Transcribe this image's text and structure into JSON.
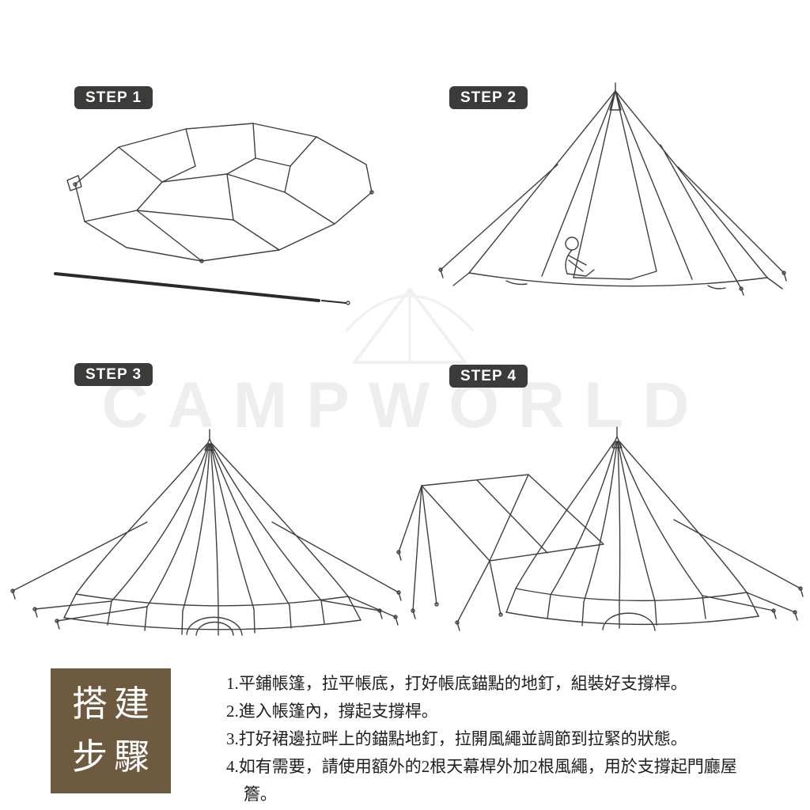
{
  "steps": [
    {
      "label": "STEP 1"
    },
    {
      "label": "STEP 2"
    },
    {
      "label": "STEP 3"
    },
    {
      "label": "STEP 4"
    }
  ],
  "title_box": {
    "line1": "搭建",
    "line2": "步驟",
    "bg_color": "#6e5a3e"
  },
  "instructions": [
    "1.平鋪帳篷，拉平帳底，打好帳底錨點的地釘，組裝好支撐桿。",
    "2.進入帳篷內，撐起支撐桿。",
    "3.打好裙邊拉畔上的錨點地釘，拉開風繩並調節到拉緊的狀態。",
    "4.如有需要，請使用額外的2根天幕桿外加2根風繩，用於支撐起門廳屋簷。"
  ],
  "watermark": {
    "text": "CAMPWORLD"
  },
  "badge_color": "#3b3b39",
  "text_color": "#1e1e1e"
}
